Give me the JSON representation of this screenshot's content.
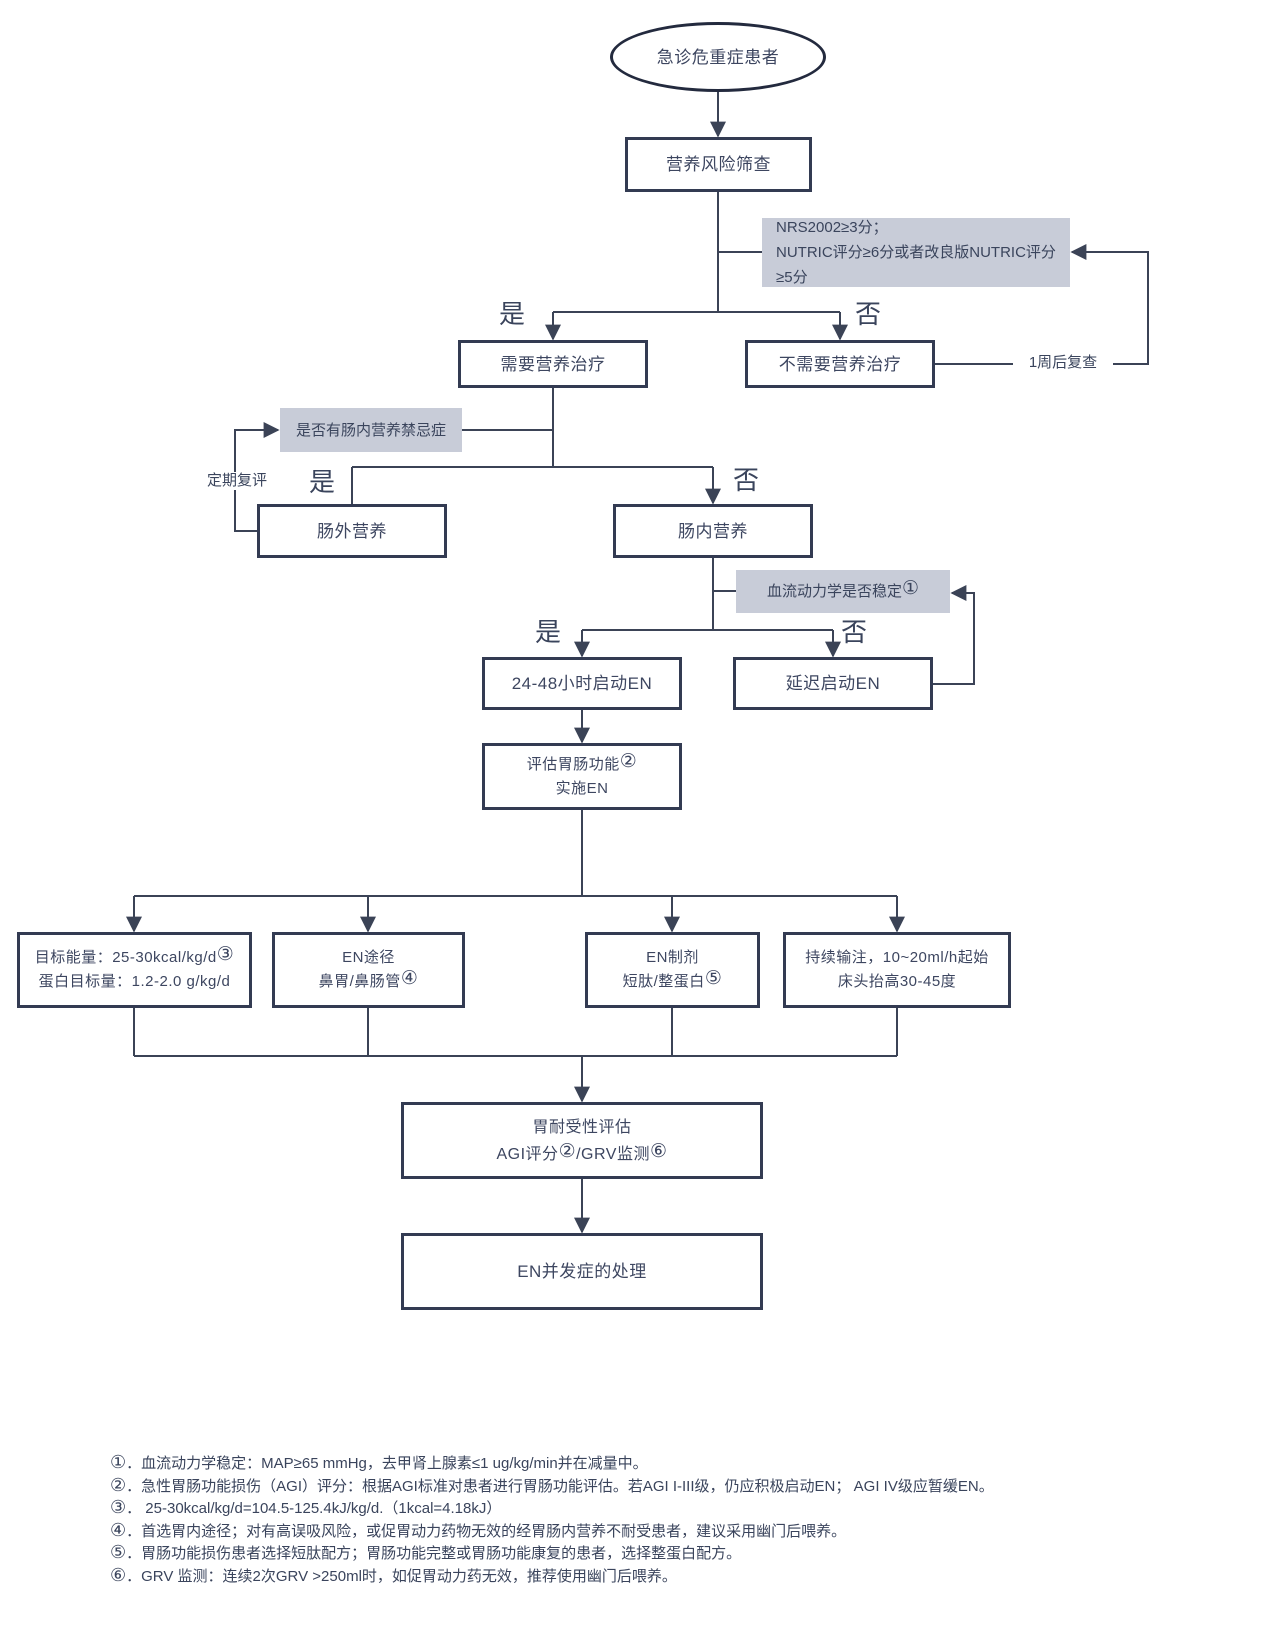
{
  "nodes": {
    "start": {
      "label": "急诊危重症患者"
    },
    "screening": {
      "label": "营养风险筛查"
    },
    "criteria": {
      "line1": "NRS2002≥3分；",
      "line2": "NUTRIC评分≥6分或者改良版NUTRIC评分≥5分"
    },
    "need_treatment": {
      "label": "需要营养治疗"
    },
    "no_treatment": {
      "label": "不需要营养治疗"
    },
    "contraindication": {
      "label": "是否有肠内营养禁忌症"
    },
    "parenteral": {
      "label": "肠外营养"
    },
    "enteral": {
      "label": "肠内营养"
    },
    "hemodynamics": {
      "label": "血流动力学是否稳定",
      "ref": "①"
    },
    "start_en": {
      "label": "24-48小时启动EN"
    },
    "delay_en": {
      "label": "延迟启动EN"
    },
    "assess": {
      "line1": "评估胃肠功能",
      "ref": "②",
      "line2": "实施EN"
    },
    "target": {
      "line1": "目标能量：25-30kcal/kg/d",
      "ref": "③",
      "line2": "蛋白目标量：1.2-2.0 g/kg/d"
    },
    "route": {
      "line1": "EN途径",
      "line2": "鼻胃/鼻肠管",
      "ref": "④"
    },
    "formula": {
      "line1": "EN制剂",
      "line2": "短肽/整蛋白",
      "ref": "⑤"
    },
    "infusion": {
      "line1": "持续输注，10~20ml/h起始",
      "line2": "床头抬高30-45度"
    },
    "tolerance": {
      "line1": "胃耐受性评估",
      "line2a": "AGI评分",
      "ref2": "②",
      "line2b": "/GRV监测",
      "ref6": "⑥"
    },
    "complication": {
      "label": "EN并发症的处理"
    }
  },
  "edge_labels": {
    "yes1": "是",
    "no1": "否",
    "recheck": "1周后复查",
    "periodic_review": "定期复评",
    "yes2": "是",
    "no2": "否",
    "yes3": "是",
    "no3": "否"
  },
  "footnotes": [
    {
      "marker": "①",
      "text": "．血流动力学稳定：MAP≥65 mmHg，去甲肾上腺素≤1 ug/kg/min并在减量中。"
    },
    {
      "marker": "②",
      "text": "．急性胃肠功能损伤（AGI）评分：根据AGI标准对患者进行胃肠功能评估。若AGI I-III级，仍应积极启动EN； AGI IV级应暂缓EN。"
    },
    {
      "marker": "③",
      "text": "． 25-30kcal/kg/d=104.5-125.4kJ/kg/d.（1kcal=4.18kJ）"
    },
    {
      "marker": "④",
      "text": "．首选胃内途径；对有高误吸风险，或促胃动力药物无效的经胃肠内营养不耐受患者，建议采用幽门后喂养。"
    },
    {
      "marker": "⑤",
      "text": "．胃肠功能损伤患者选择短肽配方；胃肠功能完整或胃肠功能康复的患者，选择整蛋白配方。"
    },
    {
      "marker": "⑥",
      "text": "．GRV 监测：连续2次GRV >250ml时，如促胃动力药无效，推荐使用幽门后喂养。"
    }
  ],
  "colors": {
    "line": "#3b4356",
    "box_border": "#333b52",
    "ellipse_border": "#232a3e",
    "text": "#3d4660",
    "note_fill": "#c8ccd8",
    "background": "#ffffff"
  }
}
